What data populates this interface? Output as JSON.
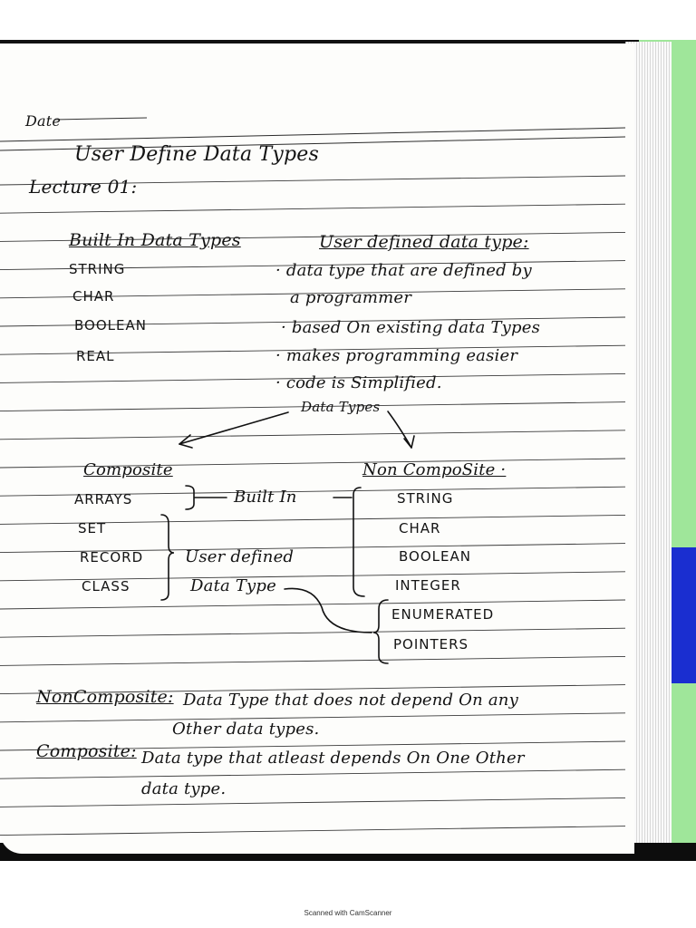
{
  "notebook": {
    "date_label": "Date",
    "title": "User Define Data Types",
    "lecture": "Lecture 01:",
    "built_in_heading": "Built In Data Types",
    "built_in_items": [
      "STRING",
      "CHAR",
      "BOOLEAN",
      "REAL"
    ],
    "udt_heading": "User defined data type:",
    "udt_points": [
      "· data type that are defined by",
      "a programmer",
      "· based On existing data Types",
      "· makes programming easier",
      "· code is Simplified."
    ],
    "diagram": {
      "root": "Data Types",
      "composite_heading": "Composite",
      "composite_items": [
        "ARRAYS",
        "SET",
        "RECORD",
        "CLASS"
      ],
      "built_in_label": "Built In",
      "user_defined_label_1": "User defined",
      "user_defined_label_2": "Data Type",
      "non_composite_heading": "Non CompoSite ·",
      "non_composite_items": [
        "STRING",
        "CHAR",
        "BOOLEAN",
        "INTEGER",
        "ENUMERATED",
        "POINTERS"
      ]
    },
    "definitions": {
      "noncomposite_term": "NonComposite:",
      "noncomposite_text_1": "Data Type that does not depend On any",
      "noncomposite_text_2": "Other data types.",
      "composite_term": "Composite:",
      "composite_text_1": "Data type that atleast depends On One Other",
      "composite_text_2": "data type."
    }
  },
  "footer": {
    "scanner_note": "Scanned with CamScanner"
  }
}
